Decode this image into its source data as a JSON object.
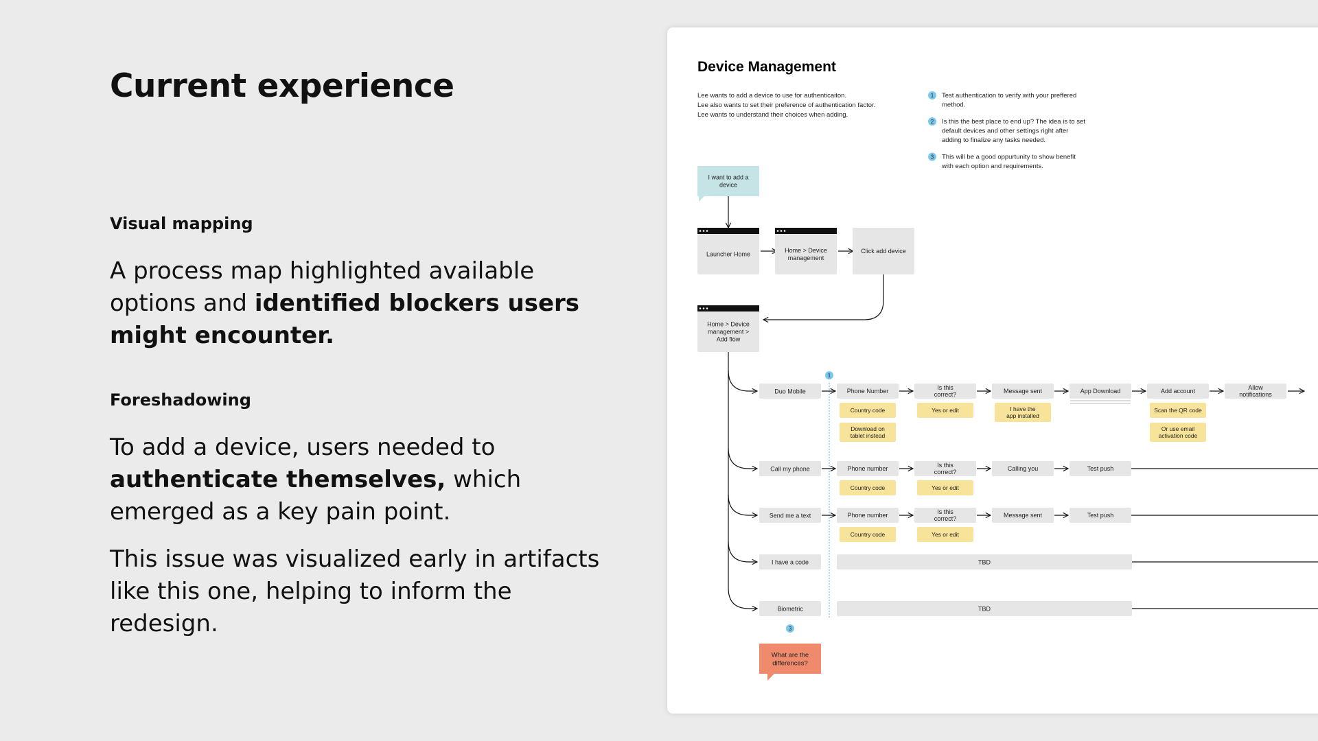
{
  "slide": {
    "title": "Current experience",
    "section1_heading": "Visual mapping",
    "section1_text_a": "A process map highlighted available options and ",
    "section1_text_b": "identified blockers users might encounter.",
    "section2_heading": "Foreshadowing",
    "section2_text_a": "To add a device, users needed to ",
    "section2_text_b": "authenticate themselves,",
    "section2_text_c": " which emerged as a key pain point.",
    "section2_text_d": "This issue was visualized early in artifacts like this one, helping to inform the redesign."
  },
  "diagram": {
    "title": "Device Management",
    "intro": [
      "Lee wants to add a device to use for authenticaiton.",
      "Lee also wants to set their preference of authentication factor.",
      "Lee wants to understand their choices when adding."
    ],
    "notes": [
      {
        "num": "1",
        "lines": [
          "Test authentication to verify with your preffered",
          "method."
        ]
      },
      {
        "num": "2",
        "lines": [
          "Is this the best place to end up? The idea is to set",
          "default devices and other settings right after",
          "adding to finalize any tasks needed."
        ]
      },
      {
        "num": "3",
        "lines": [
          "This will be a good oppurtunity to show benefit",
          "with each option and requirements."
        ]
      }
    ],
    "start_bubble": [
      "I want to add a",
      "device"
    ],
    "screens": {
      "launcher": [
        "Launcher Home"
      ],
      "device_mgmt": [
        "Home > Device",
        "management"
      ],
      "click_add": [
        "Click add device"
      ],
      "add_flow": [
        "Home > Device",
        "management >",
        "Add flow"
      ]
    },
    "rows": [
      {
        "label": "Duo Mobile",
        "steps": [
          "Phone Number",
          "Is this correct?",
          "Message sent",
          "App Download",
          "Add account",
          "Allow notifications"
        ],
        "subs": [
          [
            "Country code",
            "Download on tablet instead"
          ],
          [
            "Yes or edit"
          ],
          [
            "I have the app installed"
          ],
          [],
          [
            "Scan the QR code",
            "Or use email activation code"
          ],
          []
        ]
      },
      {
        "label": "Call my phone",
        "steps": [
          "Phone number",
          "Is this correct?",
          "Calling you",
          "Test push"
        ],
        "subs": [
          [
            "Country code"
          ],
          [
            "Yes or edit"
          ],
          [],
          []
        ]
      },
      {
        "label": "Send me a text",
        "steps": [
          "Phone number",
          "Is this correct?",
          "Message sent",
          "Test push"
        ],
        "subs": [
          [
            "Country code"
          ],
          [
            "Yes or edit"
          ],
          [],
          []
        ]
      },
      {
        "label": "I have a code",
        "tbd": "TBD"
      },
      {
        "label": "Biometric",
        "tbd": "TBD"
      }
    ],
    "marker_1": "1",
    "marker_3": "3",
    "question_bubble": [
      "What are the",
      "differences?"
    ],
    "colors": {
      "bubble_teal": "#c6e3e6",
      "sticky": "#f8e39a",
      "question": "#ef8b6c",
      "box": "#e6e6e6",
      "marker": "#7cc7ec",
      "bar": "#111111"
    }
  }
}
